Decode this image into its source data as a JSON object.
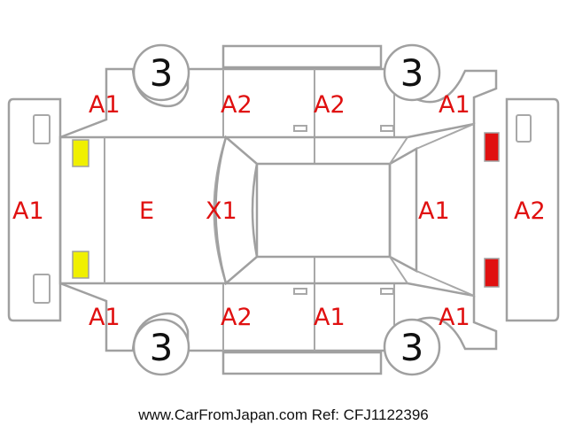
{
  "panels": {
    "front_bumper": "A1",
    "hood": "E",
    "windshield": "X1",
    "rear_glass_area": "A1",
    "rear_bumper": "A2",
    "top_left_front_fender": "A1",
    "top_front_door": "A2",
    "top_rear_door": "A2",
    "top_rear_fender": "A1",
    "bottom_left_front_fender": "A1",
    "bottom_front_door": "A2",
    "bottom_rear_door": "A1",
    "bottom_rear_fender": "A1"
  },
  "wheels": {
    "top_front": "3",
    "top_rear": "3",
    "bottom_front": "3",
    "bottom_rear": "3"
  },
  "lights": {
    "front_color": "#f0f000",
    "rear_color": "#e01010"
  },
  "footer": "www.CarFromJapan.com Ref: CFJ1122396"
}
